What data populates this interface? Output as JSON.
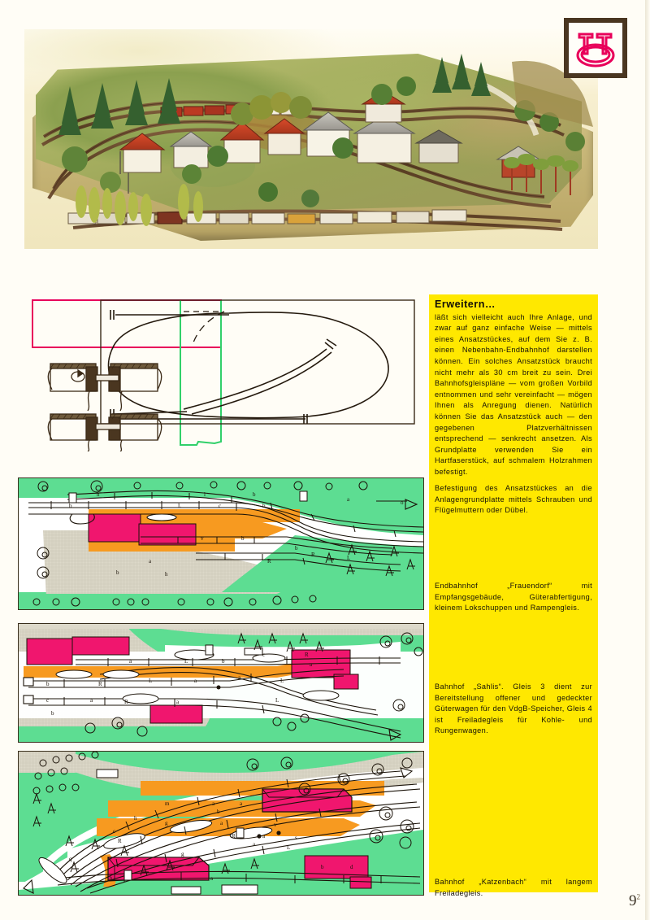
{
  "page": {
    "number": "9",
    "number_sup": "2"
  },
  "logo": {
    "name": "tt-gauge-logo",
    "letters": "TT",
    "frame_color": "#4a3621",
    "mark_color": "#e8005a"
  },
  "photo": {
    "caption": "",
    "alt": "Modellbahnanlage Fotografie"
  },
  "sidebar": {
    "background_color": "#ffe800",
    "blocks": [
      {
        "id": "intro",
        "heading": "Erweitern…",
        "body": "läßt sich vielleicht auch Ihre Anlage, und zwar auf ganz einfache Weise — mittels eines Ansatzstückes, auf dem Sie z. B. einen Nebenbahn-Endbahnhof darstellen können. Ein solches Ansatzstück braucht nicht mehr als 30 cm breit zu sein. Drei Bahnhofsgleispläne — vom großen Vorbild entnommen und sehr vereinfacht — mögen Ihnen als Anregung dienen. Natürlich können Sie das Ansatzstück auch — den gegebenen Platzverhältnissen entsprechend — senkrecht ansetzen. Als Grundplatte verwenden Sie ein Hartfaserstück, auf schmalem Holzrahmen befestigt."
      },
      {
        "id": "befestigung",
        "heading": "",
        "body": "Befestigung des Ansatzstückes an die Anlagengrundplatte mittels Schrauben und Flügelmuttern oder Dübel."
      },
      {
        "id": "frauendorf",
        "heading": "",
        "body": "Endbahnhof „Frauendorf“ mit Empfangsgebäude, Güterabfertigung, kleinem Lokschuppen und Rampengleis."
      },
      {
        "id": "sahlis",
        "heading": "",
        "body": "Bahnhof „Sahlis“. Gleis 3 dient zur Bereitstellung offener und gedeckter Güterwagen für den VdgB-Speicher, Gleis 4 ist Freiladegleis für Kohle- und Rungenwagen."
      },
      {
        "id": "katzenbach",
        "heading": "",
        "body": "Bahnhof „Katzenbach“ mit langem Freiladegleis."
      }
    ]
  },
  "diagrams": {
    "extension_outline": {
      "name": "ansatzstueck-outline",
      "pink_frame_color": "#e8005a",
      "green_frame_color": "#31d06a"
    },
    "mounting_detail": {
      "name": "mounting-detail",
      "description": "Befestigung mit Schrauben und Flügelmuttern"
    },
    "oval_layout": {
      "name": "oval-track-layout",
      "description": "Ovale Grundanlage mit Ansatzstück"
    }
  },
  "plans": [
    {
      "id": "frauendorf",
      "title": "Endbahnhof Frauendorf",
      "track_labels": [
        "b",
        "L",
        "c",
        "b",
        "a",
        "h",
        "l",
        "b",
        "a",
        "o",
        "R",
        "v",
        "b",
        "b",
        "a",
        "h",
        "R",
        "b",
        "L",
        "a"
      ],
      "colors": {
        "grass": "#5ddd92",
        "ballast": "#d8d4c4",
        "platform": "#f79a20",
        "building": "#f0166e",
        "track": "#ffffff",
        "line": "#1a1208"
      }
    },
    {
      "id": "sahlis",
      "title": "Bahnhof Sahlis",
      "track_labels": [
        "b",
        "R",
        "c",
        "a",
        "R",
        "a",
        "L",
        "b",
        "a",
        "c",
        "R",
        "a",
        "L",
        "L",
        "b",
        "a"
      ],
      "colors": {
        "grass": "#5ddd92",
        "ballast": "#d8d4c4",
        "platform": "#f79a20",
        "building": "#f0166e",
        "track": "#ffffff",
        "line": "#1a1208"
      }
    },
    {
      "id": "katzenbach",
      "title": "Bahnhof Katzenbach",
      "track_labels": [
        "m",
        "h",
        "b",
        "g",
        "c",
        "R",
        "a",
        "L",
        "R",
        "a",
        "g",
        "q",
        "a",
        "v",
        "a",
        "h",
        "a",
        "b",
        "d",
        "L",
        "s"
      ],
      "colors": {
        "grass": "#5ddd92",
        "ballast": "#d8d4c4",
        "platform": "#f79a20",
        "building": "#f0166e",
        "track": "#ffffff",
        "line": "#1a1208"
      }
    }
  ]
}
